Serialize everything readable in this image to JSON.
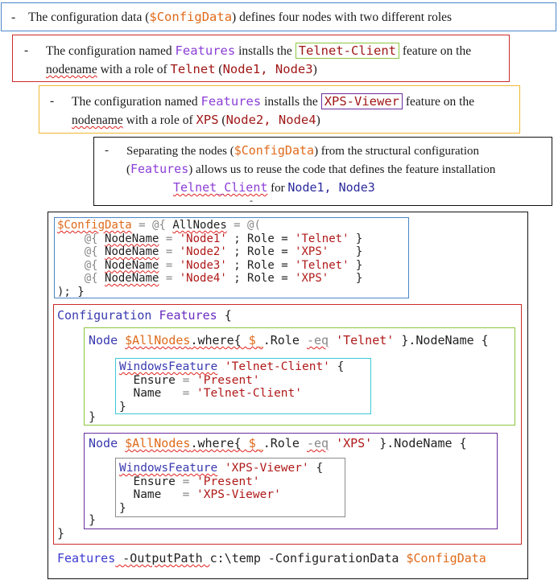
{
  "bullet1": {
    "dash": "-",
    "t1": "The configuration data (",
    "var": "$ConfigData",
    "t2": ") defines four nodes with two different roles"
  },
  "bullet2": {
    "dash": "-",
    "t1": "The configuration named ",
    "config": "Features",
    "t2": " installs the ",
    "feature": "Telnet-Client",
    "t3": " feature on the",
    "t4": "nodename",
    "t5": " with a role of ",
    "role": "Telnet",
    "t6": " (",
    "nodes": "Node1, Node3",
    "t7": ")"
  },
  "bullet3": {
    "dash": "-",
    "t1": "The configuration named ",
    "config": "Features",
    "t2": " installs the ",
    "feature": "XPS-Viewer",
    "t3": " feature on the",
    "t4": "nodename",
    "t5": " with a role of ",
    "role": "XPS",
    "t6": " (",
    "nodes": "Node2, Node4",
    "t7": ")"
  },
  "bullet4": {
    "dash": "-",
    "t1": "Separating the nodes (",
    "var": "$ConfigData",
    "t2": ") from the structural configuration",
    "t3": "(",
    "config": "Features",
    "t4": ") allows us to reuse the code that defines the feature installation",
    "feature": "Telnet_Client",
    "t5": " for ",
    "nodes": "Node1, Node3",
    "tail": "-"
  },
  "code": {
    "l1_var": "$ConfigData",
    "l1_eq": " = ",
    "l1_at": "@{ ",
    "l1_key": "AllNodes",
    "l1_rest": " = @(",
    "rows": [
      {
        "open": "@{ ",
        "key": "NodeName",
        "eq": " = ",
        "node": "'Node1'",
        "sep": " ; Role = ",
        "role": "'Telnet'",
        "close": " }"
      },
      {
        "open": "@{ ",
        "key": "NodeName",
        "eq": " = ",
        "node": "'Node2'",
        "sep": " ; Role = ",
        "role": "'XPS'",
        "close": "    }"
      },
      {
        "open": "@{ ",
        "key": "NodeName",
        "eq": " = ",
        "node": "'Node3'",
        "sep": " ; Role = ",
        "role": "'Telnet'",
        "close": " }"
      },
      {
        "open": "@{ ",
        "key": "NodeName",
        "eq": " = ",
        "node": "'Node4'",
        "sep": " ; Role = ",
        "role": "'XPS'",
        "close": "    }"
      }
    ],
    "l6": "); }",
    "cfg_kw": "Configuration",
    "cfg_name": "Features",
    "cfg_brace": " {",
    "node_kw": "Node",
    "allnodes": "$AllNodes",
    "where": ".where{ ",
    "dollar": "$_",
    "role_prop": ".Role ",
    "eq_op": "-eq",
    "telnet_str": "'Telnet'",
    "xps_str": "'XPS'",
    "nodename_tail": " }.NodeName {",
    "wf_kw": "WindowsFeature",
    "wf1_name": "'Telnet-Client'",
    "wf2_name": "'XPS-Viewer'",
    "open_brace": " {",
    "ensure_label": "Ensure",
    "ensure_eq": " = ",
    "present": "'Present'",
    "name_label": "Name",
    "name_eq": "   = ",
    "telnet_client_str": "'Telnet-Client'",
    "xps_viewer_str": "'XPS-Viewer'",
    "close_brace": "}",
    "run_name": "Features",
    "run_param1": " -OutputPath ",
    "run_path": "c:\\temp",
    "run_param2": " -ConfigurationData ",
    "run_var": "$ConfigData"
  },
  "colors": {
    "blue_box": "#4a86c8",
    "red_box": "#cc2a2a",
    "orange_box": "#f0b830",
    "black_box": "#111111",
    "green_box": "#8cc63e",
    "cyan_box": "#3ec8dc",
    "purple_box": "#6a2ca0",
    "gray_box": "#8c8c8c"
  }
}
